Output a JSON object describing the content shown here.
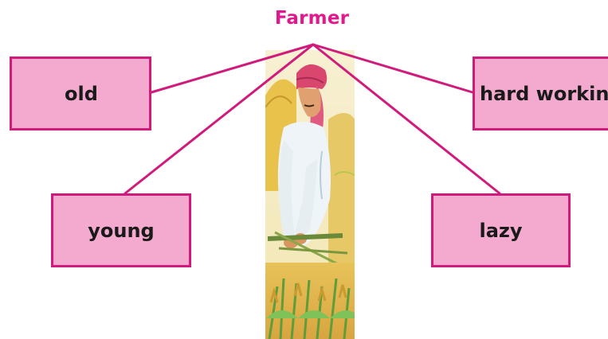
{
  "diagram": {
    "title": "Farmer",
    "options": [
      "old",
      "hard working",
      "young",
      "lazy"
    ]
  },
  "colors": {
    "title": "#e0198f",
    "box_fill": "#f4a9cf",
    "box_border": "#d11b7c",
    "connector": "#d11b7c"
  },
  "illustration": {
    "subject": "farmer holding harvested wheat in a field",
    "icon": "farmer-illustration"
  }
}
